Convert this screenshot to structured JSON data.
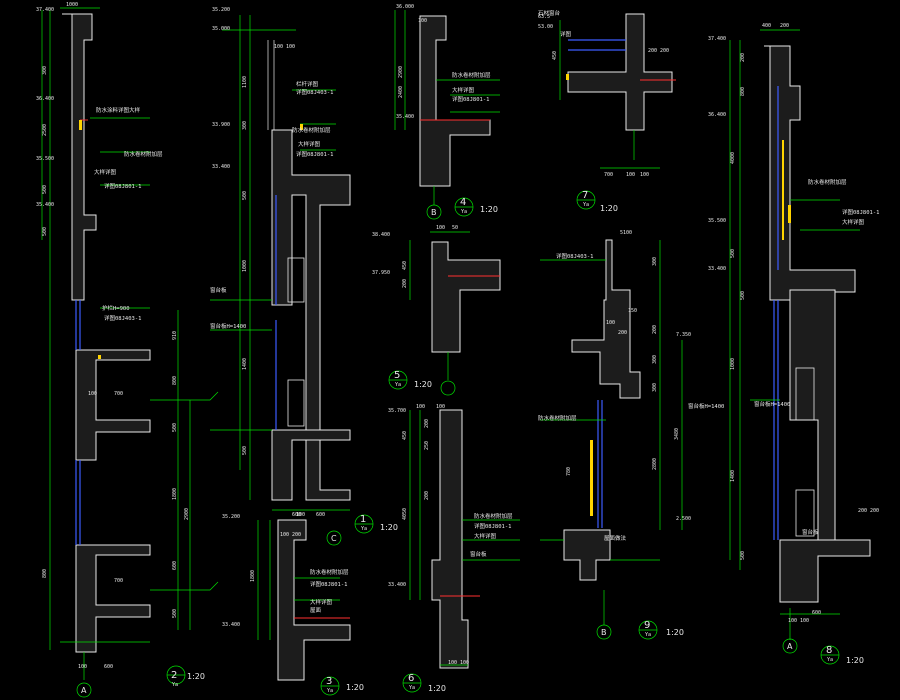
{
  "drawing": {
    "colors": {
      "background": "#000000",
      "line": "#00e000",
      "wall": "#e8e8e8",
      "glass": "#3d5cff",
      "accent": "#ff3030",
      "note": "#ffd400"
    },
    "details": [
      {
        "id": "d2",
        "number": "2",
        "sheet": "Ya",
        "scale": "1:20",
        "levels": [
          "37.400",
          "36.400",
          "35.500",
          "35.400"
        ],
        "dims": [
          "1000",
          "300",
          "2500",
          "500",
          "500",
          "910",
          "800",
          "500",
          "1800",
          "2900",
          "800",
          "600",
          "500",
          "700",
          "700",
          "100",
          "600",
          "100"
        ],
        "notes": [
          "防水涂料详图大样",
          "防水卷材附加层",
          "大样详图",
          "详图08J801-1",
          "护栏H=900",
          "详图08J403-1"
        ],
        "axis": "A"
      },
      {
        "id": "d1",
        "number": "1",
        "sheet": "Ya",
        "scale": "1:20",
        "levels": [
          "35.200",
          "35.000",
          "33.900",
          "33.400"
        ],
        "dims": [
          "100",
          "100",
          "1100",
          "300",
          "600",
          "500",
          "1000",
          "1400",
          "500",
          "600",
          "100"
        ],
        "notes": [
          "栏杆详图",
          "详图08J403-1",
          "防水卷材附加层",
          "大样详图",
          "详图08J801-1",
          "窗台板",
          "窗台板H=1400"
        ],
        "axis": "C"
      },
      {
        "id": "d4",
        "number": "4",
        "sheet": "Ya",
        "scale": "1:20",
        "levels": [
          "36.000",
          "35.400"
        ],
        "dims": [
          "100",
          "2900",
          "2400"
        ],
        "notes": [
          "防水卷材附加层",
          "详图08J801-1",
          "大样详图"
        ],
        "axis": "B"
      },
      {
        "id": "d7",
        "number": "7",
        "sheet": "Ya",
        "scale": "1:20",
        "levels": [
          "63.5",
          "53.00"
        ],
        "dims": [
          "200",
          "200",
          "450",
          "700",
          "100",
          "100"
        ],
        "notes": [
          "石材窗台",
          "详图"
        ]
      },
      {
        "id": "d5",
        "number": "5",
        "sheet": "Ya",
        "scale": "1:20",
        "levels": [
          "38.400",
          "37.950"
        ],
        "dims": [
          "100",
          "50",
          "450",
          "200"
        ],
        "notes": []
      },
      {
        "id": "d6",
        "number": "6",
        "sheet": "Ya",
        "scale": "1:20",
        "levels": [
          "35.700",
          "33.400"
        ],
        "dims": [
          "100",
          "100",
          "450",
          "200",
          "250",
          "4050",
          "200",
          "100",
          "100"
        ],
        "notes": [
          "防水卷材附加层",
          "详图08J801-1",
          "大样详图",
          "窗台板"
        ]
      },
      {
        "id": "d3",
        "number": "3",
        "sheet": "Ya",
        "scale": "1:20",
        "levels": [
          "35.200",
          "33.400"
        ],
        "dims": [
          "1800",
          "100",
          "200"
        ],
        "notes": [
          "防水卷材附加层",
          "详图08J801-1",
          "大样详图",
          "屋面"
        ]
      },
      {
        "id": "d9",
        "number": "9",
        "sheet": "Ya",
        "scale": "1:20",
        "levels": [
          "7.350",
          "2.500"
        ],
        "dims": [
          "5100",
          "300",
          "100",
          "200",
          "200",
          "300",
          "300",
          "150",
          "780",
          "2800",
          "3480"
        ],
        "notes": [
          "详图08J403-1",
          "屋面做法",
          "窗台板H=1400",
          "防水卷材附加层"
        ],
        "axis": "B"
      },
      {
        "id": "d8",
        "number": "8",
        "sheet": "Ya",
        "scale": "1:20",
        "levels": [
          "37.400",
          "36.400",
          "35.500",
          "33.400"
        ],
        "dims": [
          "400",
          "200",
          "200",
          "800",
          "4000",
          "500",
          "500",
          "1000",
          "1400",
          "500",
          "200",
          "200",
          "100",
          "100",
          "600"
        ],
        "notes": [
          "防水卷材附加层",
          "详图08J801-1",
          "大样详图",
          "窗台板H=1400",
          "窗台板"
        ],
        "axis": "A"
      }
    ]
  }
}
